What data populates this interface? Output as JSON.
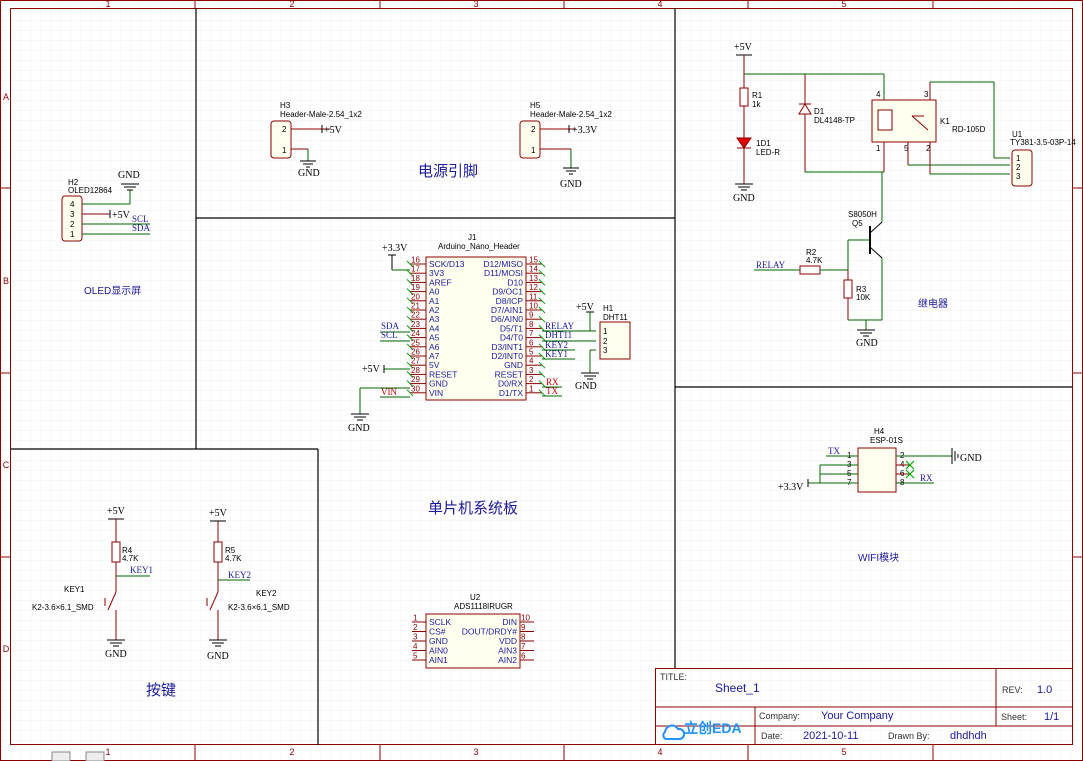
{
  "frame": {
    "col_labels": [
      "1",
      "2",
      "3",
      "4",
      "5"
    ],
    "row_labels": [
      "A",
      "B",
      "C",
      "D"
    ]
  },
  "regions": {
    "power_pins": "电源引脚",
    "oled": "OLED显示屏",
    "mcu": "单片机系统板",
    "keys": "按键",
    "relay": "继电器",
    "wifi": "WIFI模块"
  },
  "title_block": {
    "title_label": "TITLE:",
    "title": "Sheet_1",
    "rev_label": "REV:",
    "rev": "1.0",
    "company_label": "Company:",
    "company": "Your Company",
    "sheet_label": "Sheet:",
    "sheet": "1/1",
    "date_label": "Date:",
    "date": "2021-10-11",
    "drawn_label": "Drawn By:",
    "drawn": "dhdhdh",
    "logo_text": "立创EDA"
  },
  "nets": {
    "gnd": "GND",
    "v5": "+5V",
    "v33": "+3.3V",
    "scl": "SCL",
    "sda": "SDA",
    "vin": "VIN",
    "relay": "RELAY",
    "dht11": "DHT11",
    "key1": "KEY1",
    "key2": "KEY2",
    "rx": "RX",
    "tx": "TX"
  },
  "components": {
    "h3": {
      "ref": "H3",
      "value": "Header-Male-2.54_1x2",
      "pins": [
        "2",
        "1"
      ]
    },
    "h5": {
      "ref": "H5",
      "value": "Header-Male-2.54_1x2",
      "pins": [
        "2",
        "1"
      ]
    },
    "h2": {
      "ref": "H2",
      "value": "OLED12864",
      "pins": [
        "4",
        "3",
        "2",
        "1"
      ]
    },
    "j1": {
      "ref": "J1",
      "value": "Arduino_Nano_Header",
      "left_pins": [
        {
          "num": "16",
          "name": "SCK/D13"
        },
        {
          "num": "17",
          "name": "3V3"
        },
        {
          "num": "18",
          "name": "AREF"
        },
        {
          "num": "19",
          "name": "A0"
        },
        {
          "num": "20",
          "name": "A1"
        },
        {
          "num": "21",
          "name": "A2"
        },
        {
          "num": "22",
          "name": "A3"
        },
        {
          "num": "23",
          "name": "A4"
        },
        {
          "num": "24",
          "name": "A5"
        },
        {
          "num": "25",
          "name": "A6"
        },
        {
          "num": "26",
          "name": "A7"
        },
        {
          "num": "27",
          "name": "5V"
        },
        {
          "num": "28",
          "name": "RESET"
        },
        {
          "num": "29",
          "name": "GND"
        },
        {
          "num": "30",
          "name": "VIN"
        }
      ],
      "right_pins": [
        {
          "num": "15",
          "name": "D12/MISO"
        },
        {
          "num": "14",
          "name": "D11/MOSI"
        },
        {
          "num": "13",
          "name": "D10"
        },
        {
          "num": "12",
          "name": "D9/OC1"
        },
        {
          "num": "11",
          "name": "D8/ICP"
        },
        {
          "num": "10",
          "name": "D7/AIN1"
        },
        {
          "num": "9",
          "name": "D6/AIN0"
        },
        {
          "num": "8",
          "name": "D5/T1"
        },
        {
          "num": "7",
          "name": "D4/T0"
        },
        {
          "num": "6",
          "name": "D3/INT1"
        },
        {
          "num": "5",
          "name": "D2/INT0"
        },
        {
          "num": "4",
          "name": "GND"
        },
        {
          "num": "3",
          "name": "RESET"
        },
        {
          "num": "2",
          "name": "D0/RX"
        },
        {
          "num": "1",
          "name": "D1/TX"
        }
      ]
    },
    "h1": {
      "ref": "H1",
      "value": "DHT11",
      "pins": [
        "1",
        "2",
        "3"
      ]
    },
    "r1": {
      "ref": "R1",
      "value": "1k"
    },
    "d1": {
      "ref": "D1",
      "value": "DL4148-TP"
    },
    "led": {
      "ref": "1D1",
      "value": "LED-R"
    },
    "k1": {
      "ref": "K1",
      "value": "RD-105D",
      "pins": [
        "4",
        "3",
        "1",
        "5",
        "2"
      ]
    },
    "u1": {
      "ref": "U1",
      "value": "TY381-3.5-03P-14",
      "pins": [
        "1",
        "2",
        "3"
      ]
    },
    "q5": {
      "ref": "Q5",
      "value": "S8050H"
    },
    "r2": {
      "ref": "R2",
      "value": "4.7K"
    },
    "r3": {
      "ref": "R3",
      "value": "10K"
    },
    "h4": {
      "ref": "H4",
      "value": "ESP-01S",
      "left_pins": [
        "1",
        "3",
        "5",
        "7"
      ],
      "right_pins": [
        "2",
        "4",
        "6",
        "8"
      ]
    },
    "r4": {
      "ref": "R4",
      "value": "4.7K"
    },
    "r5": {
      "ref": "R5",
      "value": "4.7K"
    },
    "key1": {
      "ref": "KEY1",
      "value": "K2-3.6×6.1_SMD"
    },
    "key2": {
      "ref": "KEY2",
      "value": "K2-3.6×6.1_SMD"
    },
    "u2": {
      "ref": "U2",
      "value": "ADS1118IRUGR",
      "left_pins": [
        {
          "num": "1",
          "name": "SCLK"
        },
        {
          "num": "2",
          "name": "CS#"
        },
        {
          "num": "3",
          "name": "GND"
        },
        {
          "num": "4",
          "name": "AIN0"
        },
        {
          "num": "5",
          "name": "AIN1"
        }
      ],
      "right_pins": [
        {
          "num": "10",
          "name": "DIN"
        },
        {
          "num": "9",
          "name": "DOUT/DRDY#"
        },
        {
          "num": "8",
          "name": "VDD"
        },
        {
          "num": "7",
          "name": "AIN3"
        },
        {
          "num": "6",
          "name": "AIN2"
        }
      ]
    }
  }
}
